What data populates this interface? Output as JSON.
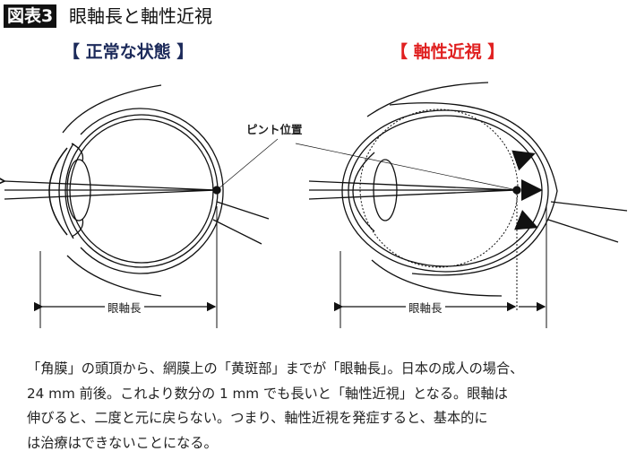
{
  "figure": {
    "label": "図表3",
    "title": "眼軸長と軸性近視"
  },
  "panels": {
    "normal": {
      "heading": "【 正常な状態 】",
      "axis_label": "眼軸長"
    },
    "myopia": {
      "heading": "【 軸性近視 】",
      "axis_label": "眼軸長"
    },
    "focus_label": "ピント位置"
  },
  "caption": [
    "「角膜」の頭頂から、網膜上の「黄斑部」までが「眼軸長」。日本の成人の場合、",
    "24 mm 前後。これより数分の 1 mm でも長いと「軸性近視」となる。眼軸は",
    "伸びると、二度と元に戻らない。つまり、軸性近視を発症すると、基本的に",
    "は治療はできないことになる。"
  ],
  "colors": {
    "normal_heading": "#1c2a5a",
    "myopia_heading": "#e02020"
  }
}
